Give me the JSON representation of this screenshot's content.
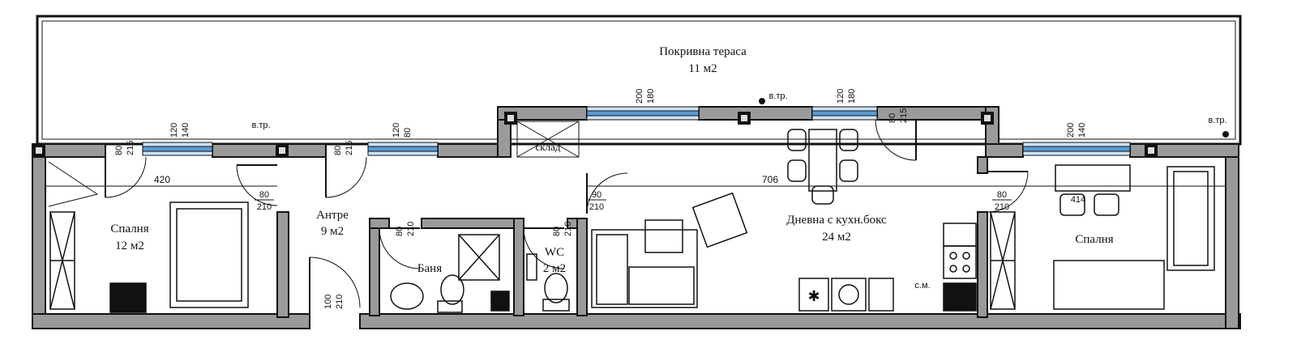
{
  "rooms": {
    "terrace": {
      "name": "Покривна тераса",
      "area": "11 м2"
    },
    "bedroom_left": {
      "name": "Спалня",
      "area": "12 м2"
    },
    "hall": {
      "name": "Антре",
      "area": "9 м2"
    },
    "bath": {
      "name": "Баня"
    },
    "wc": {
      "name": "WC",
      "area": "2 м2"
    },
    "living": {
      "name": "Дневна с кухн.бокс",
      "area": "24 м2"
    },
    "bedroom_right": {
      "name": "Спалня"
    },
    "storage": {
      "name": "склад"
    }
  },
  "notes": {
    "pipe": "в.тр.",
    "washer": "с.м."
  },
  "dimensions": {
    "win1": {
      "w": "120",
      "h": "140"
    },
    "win2": {
      "w": "120",
      "h": "80"
    },
    "win3": {
      "w": "200",
      "h": "180"
    },
    "win4": {
      "w": "120",
      "h": "180"
    },
    "win5": {
      "w": "200",
      "h": "140"
    },
    "door_bed_left": {
      "w": "80",
      "h": "215"
    },
    "door_hall_balcony": {
      "w": "80",
      "h": "215"
    },
    "door_living_terrace": {
      "w": "80",
      "h": "215"
    },
    "door_bed_left_in": {
      "w": "80",
      "h": "210"
    },
    "door_living": {
      "w": "90",
      "h": "210"
    },
    "door_bath": {
      "w": "80",
      "h": "210"
    },
    "door_wc": {
      "w": "80",
      "h": "210"
    },
    "door_entry": {
      "w": "100",
      "h": "210"
    },
    "door_bed_right": {
      "w": "80",
      "h": "210"
    },
    "span_left": "420",
    "span_right": "706",
    "desk": "414"
  }
}
